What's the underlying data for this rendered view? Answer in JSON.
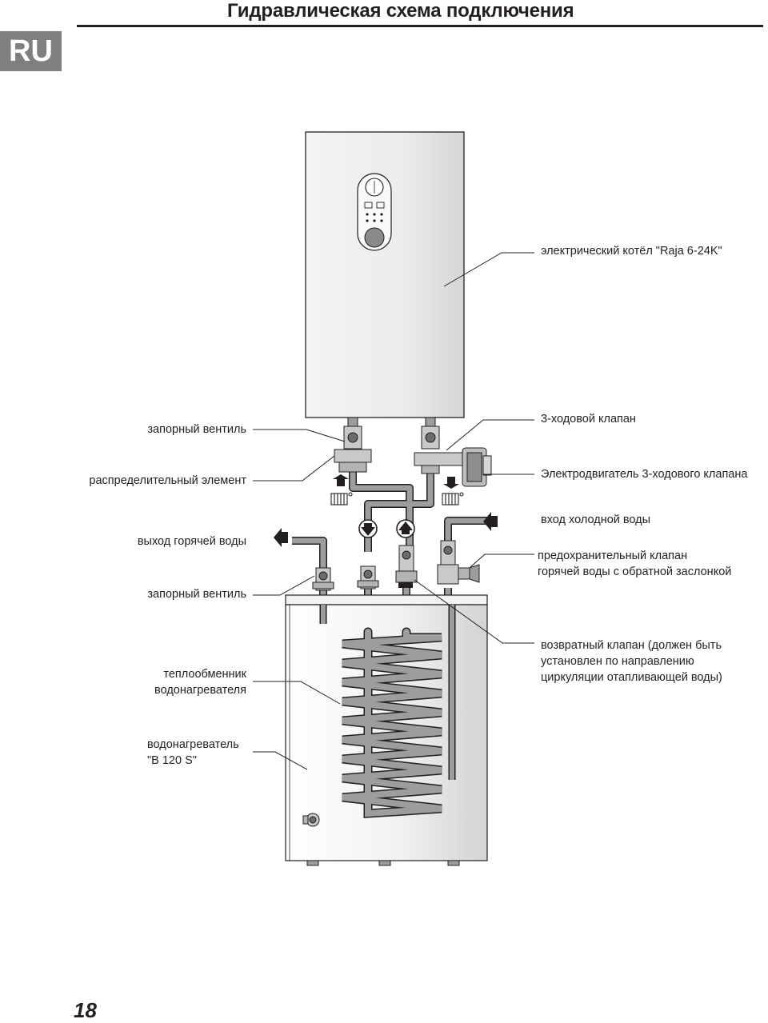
{
  "header": {
    "title": "Гидравлическая схема подключения",
    "lang": "RU"
  },
  "labels": {
    "boiler": "электрический котёл \"Raja 6-24K\"",
    "three_way_valve": "3-ходовой клапан",
    "three_way_motor": "Электродвигатель 3-ходового клапана",
    "cold_water_in": "вход холодной воды",
    "safety_valve_1": "предохранительный клапан",
    "safety_valve_2": "горячей воды с обратной заслонкой",
    "check_valve_1": "возвратный клапан (должен быть",
    "check_valve_2": "установлен по направлению",
    "check_valve_3": "циркуляции отапливающей воды)",
    "shutoff_valve_top": "запорный вентиль",
    "distribution_element": "распределительный элемент",
    "hot_water_out": "выход горячей воды",
    "shutoff_valve_bottom": "запорный вентиль",
    "heat_exchanger_1": "теплообменник",
    "heat_exchanger_2": "водонагревателя",
    "water_heater_1": "водонагреватель",
    "water_heater_2": "\"B 120 S\""
  },
  "footer": {
    "page_number": "18"
  }
}
